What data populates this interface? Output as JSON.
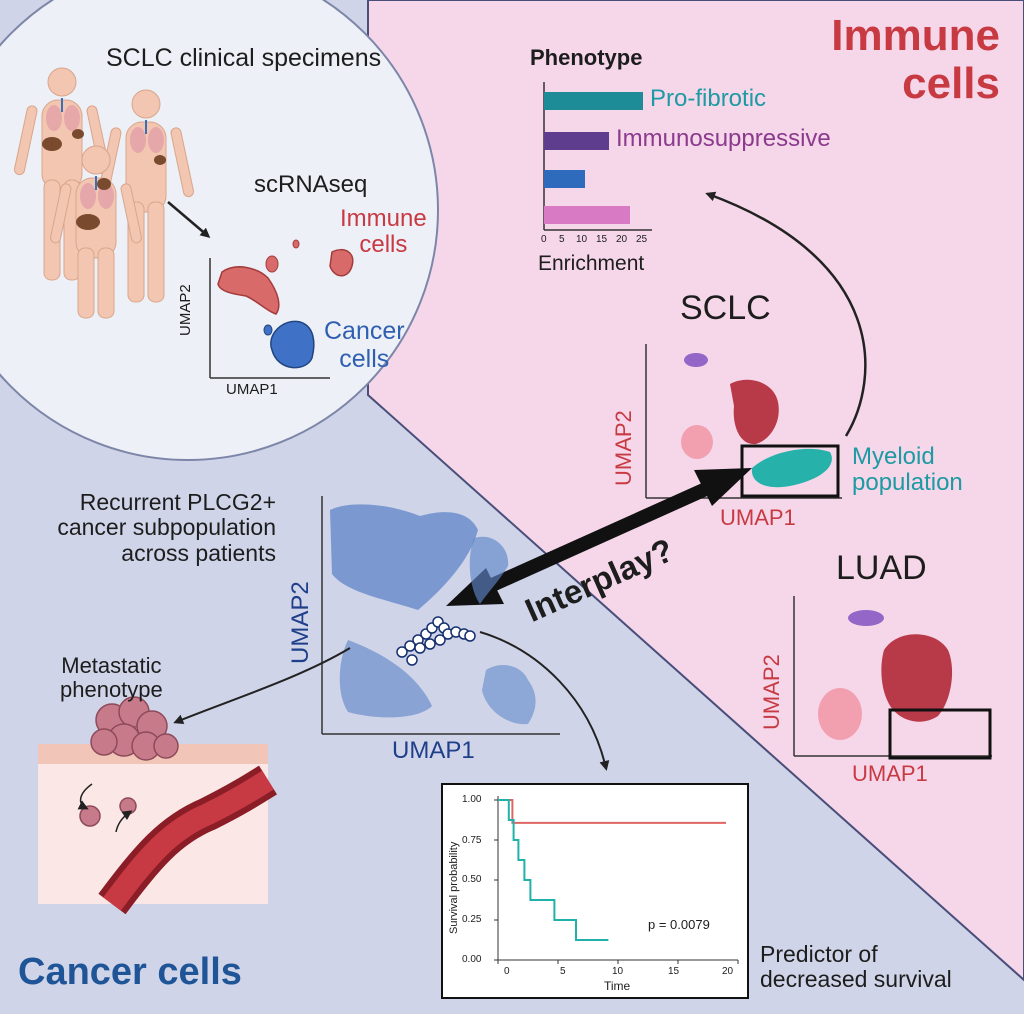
{
  "sections": {
    "clinical_title": "SCLC clinical specimens",
    "scrnaseq": "scRNAseq",
    "immune_corner": [
      "Immune",
      "cells"
    ],
    "cancer_corner": "Cancer cells"
  },
  "umap_overview": {
    "xlabel": "UMAP1",
    "ylabel": "UMAP2",
    "immune_label": [
      "Immune",
      "cells"
    ],
    "cancer_label": [
      "Cancer",
      "cells"
    ]
  },
  "phenotype_chart": {
    "title": "Phenotype",
    "xlabel": "Enrichment",
    "ticks": [
      "0",
      "5",
      "10",
      "15",
      "20",
      "25"
    ],
    "labels": [
      "Pro-fibrotic",
      "Immunosuppressive"
    ],
    "colors": [
      "#1e8c96",
      "#5e3d8f",
      "#2f6bbd",
      "#d87bc4"
    ]
  },
  "sclc": {
    "title": "SCLC",
    "xlabel": "UMAP1",
    "ylabel": "UMAP2",
    "myeloid": [
      "Myeloid",
      "population"
    ]
  },
  "luad": {
    "title": "LUAD",
    "xlabel": "UMAP1",
    "ylabel": "UMAP2"
  },
  "interplay": "Interplay?",
  "cancer_umap": {
    "xlabel": "UMAP1",
    "ylabel": "UMAP2",
    "subpop": [
      "Recurrent PLCG2+",
      "cancer subpopulation",
      "across patients"
    ]
  },
  "metastatic": [
    "Metastatic",
    "phenotype"
  ],
  "predictor": [
    "Predictor of",
    "decreased survival"
  ],
  "chart_data": {
    "type": "line",
    "xlabel": "Time",
    "ylabel": "Survival probability",
    "xticks": [
      "0",
      "5",
      "10",
      "15",
      "20"
    ],
    "yticks": [
      "0.00",
      "0.25",
      "0.50",
      "0.75",
      "1.00"
    ],
    "annotation": "p = 0.0079",
    "xlim": [
      0,
      20
    ],
    "ylim": [
      0,
      1
    ],
    "series": [
      {
        "color": "#e06666",
        "points": [
          [
            0,
            1.0
          ],
          [
            1.2,
            1.0
          ],
          [
            1.2,
            0.857
          ],
          [
            19,
            0.857
          ]
        ]
      },
      {
        "color": "#20b2aa",
        "points": [
          [
            0,
            1.0
          ],
          [
            0.9,
            1.0
          ],
          [
            0.9,
            0.875
          ],
          [
            1.3,
            0.875
          ],
          [
            1.3,
            0.75
          ],
          [
            1.7,
            0.75
          ],
          [
            1.7,
            0.625
          ],
          [
            2.2,
            0.625
          ],
          [
            2.2,
            0.5
          ],
          [
            2.7,
            0.5
          ],
          [
            2.7,
            0.375
          ],
          [
            4.7,
            0.375
          ],
          [
            4.7,
            0.25
          ],
          [
            6.5,
            0.25
          ],
          [
            6.5,
            0.125
          ],
          [
            9.2,
            0.125
          ]
        ]
      }
    ]
  }
}
